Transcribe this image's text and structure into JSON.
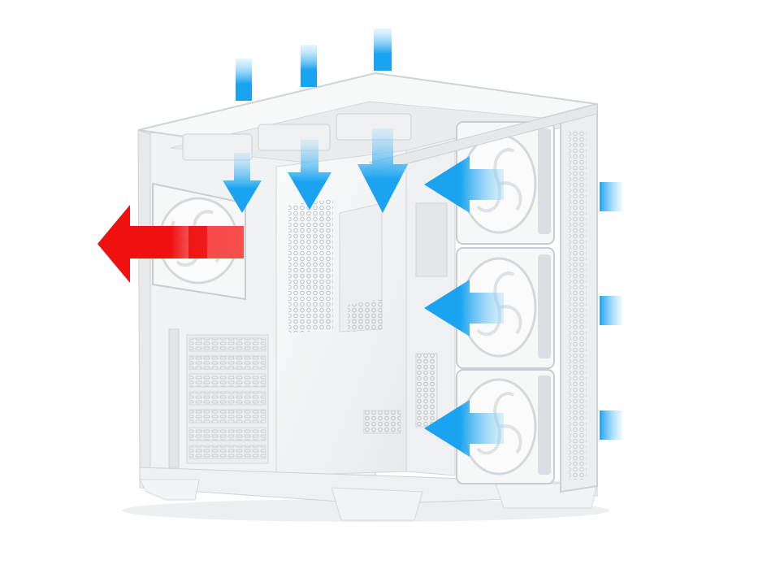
{
  "diagram": {
    "subject": "pc-case-airflow",
    "colors": {
      "intake": "#1aa3f0",
      "intake_light": "#8fd4fb",
      "exhaust": "#f01010",
      "exhaust_light": "#ff9a9a",
      "case_body": "#f4f5f6",
      "case_edge": "#d5d8db",
      "case_shadow": "#c9ccd0",
      "mesh": "#b9bec3"
    },
    "icons": [
      "intake-arrow",
      "exhaust-arrow",
      "fan-icon"
    ],
    "fans": {
      "top_intake": 3,
      "side_intake": 3,
      "rear_exhaust": 1
    },
    "arrows": {
      "intake_count": 9,
      "exhaust_count": 1
    }
  }
}
